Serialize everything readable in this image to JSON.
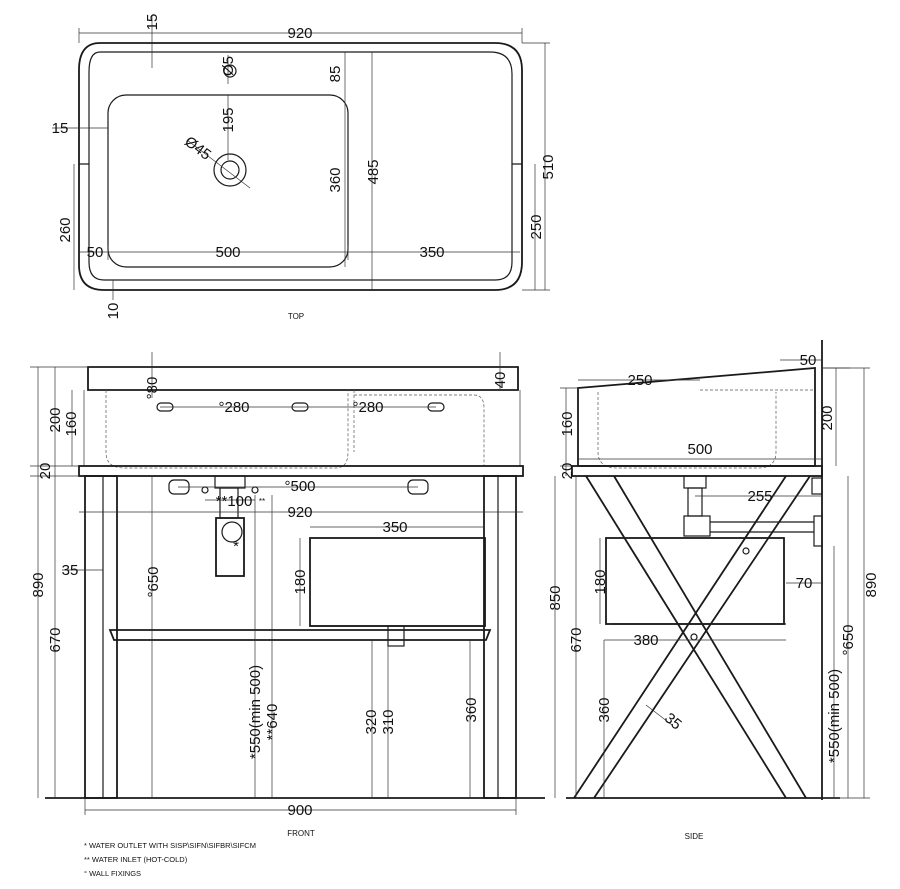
{
  "views": {
    "top": "TOP",
    "front": "FRONT",
    "side": "SIDE"
  },
  "top_dims": {
    "width_920": "920",
    "d15_top": "15",
    "tap_hole": "Ø5",
    "d85": "85",
    "d195": "195",
    "drain": "Ø45",
    "d15_left": "15",
    "d360": "360",
    "d485": "485",
    "d510": "510",
    "d260": "260",
    "d250": "250",
    "d50": "50",
    "d500": "500",
    "d350": "350",
    "d10": "10"
  },
  "front_dims": {
    "d80": "°80",
    "d40": "40",
    "d200": "200",
    "d160": "160",
    "d20": "20",
    "d280a": "°280",
    "d280b": "°280",
    "d500": "°500",
    "d100": "**100",
    "d920": "920",
    "d35": "35",
    "d650": "°650",
    "d350": "350",
    "d180": "180",
    "d890": "890",
    "d670": "670",
    "d550": "*550(min 500)",
    "d640": "**640",
    "d320": "320",
    "d310": "310",
    "d360": "360",
    "d900": "900",
    "star": "*"
  },
  "side_dims": {
    "d50": "50",
    "d250": "250",
    "d160": "160",
    "d200": "200",
    "d500": "500",
    "d20": "20",
    "d255": "255",
    "d850": "850",
    "d180": "180",
    "d70": "70",
    "d670": "670",
    "d380": "380",
    "d650": "°650",
    "d360": "360",
    "d35": "35",
    "d550": "*550(min 500)",
    "d890": "890"
  },
  "notes": {
    "water_outlet": "*  WATER OUTLET WITH SISP\\SIFN\\SIFBR\\SIFCM",
    "water_inlet": "** WATER INLET  (HOT-COLD)",
    "wall_fixings": "° WALL FIXINGS"
  }
}
